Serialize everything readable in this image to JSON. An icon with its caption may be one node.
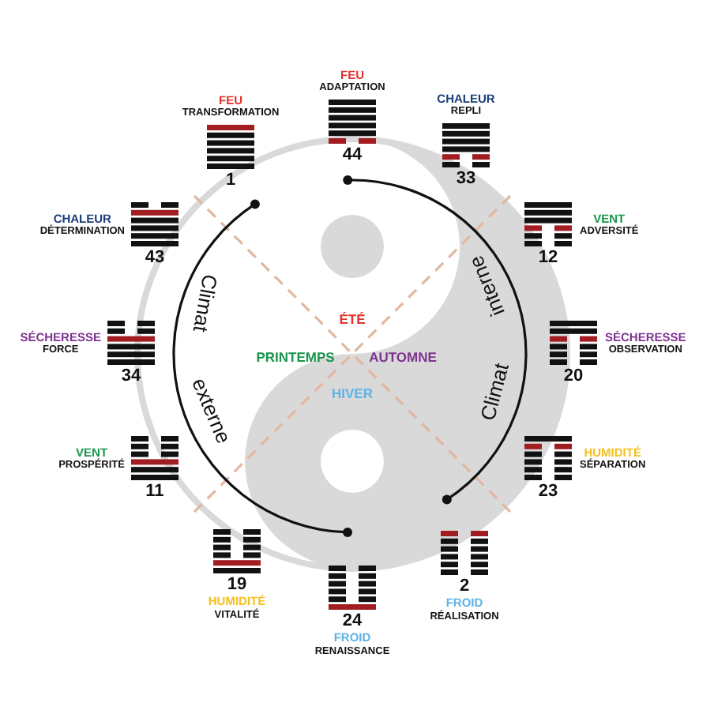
{
  "diagram": {
    "nodes": [
      {
        "text": [
          "FEU",
          "TRANSFORMATION",
          "1"
        ]
      },
      {
        "text": [
          "FEU",
          "ADAPTATION",
          "44"
        ]
      },
      {
        "text": [
          "CHALEUR",
          "REPLI",
          "33"
        ]
      },
      {
        "text": [
          "VENT",
          "ADVERSITÉ",
          "12"
        ]
      },
      {
        "text": [
          "SÉCHERESSE",
          "OBSERVATION",
          "20"
        ]
      },
      {
        "text": [
          "HUMIDITÉ",
          "SÉPARATION",
          "23"
        ]
      },
      {
        "text": [
          "2",
          "FROID",
          "RÉALISATION"
        ]
      },
      {
        "text": [
          "24",
          "FROID",
          "RENAISSANCE"
        ]
      },
      {
        "text": [
          "19",
          "HUMIDITÉ",
          "VITALITÉ"
        ]
      },
      {
        "text": [
          "VENT",
          "PROSPÉRITÉ",
          "11"
        ]
      },
      {
        "text": [
          "SÉCHERESSE",
          "FORCE",
          "34"
        ]
      },
      {
        "text": [
          "CHALEUR",
          "DÉTERMINATION",
          "43"
        ]
      }
    ],
    "labels": [
      "Climat",
      "externe",
      "ÉTÉ",
      "PRINTEMPS",
      "AUTOMNE",
      "HIVER",
      "Climat",
      "interne"
    ]
  }
}
